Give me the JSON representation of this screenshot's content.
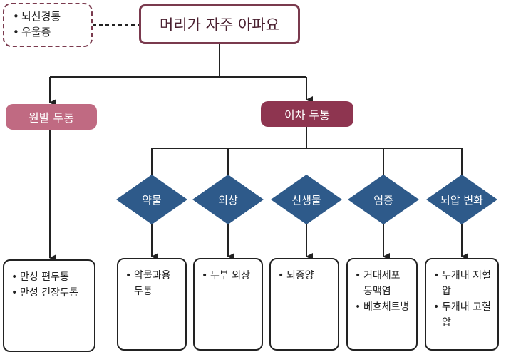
{
  "title": "머리가 자주 아파요",
  "note": {
    "items": [
      "뇌신경통",
      "우울증"
    ]
  },
  "primary": {
    "label": "원발 두통",
    "items": [
      "만성 편두통",
      "만성 긴장두통"
    ]
  },
  "secondary": {
    "label": "이차 두통",
    "causes": [
      {
        "label": "약물",
        "items": [
          "약물과용 두통"
        ]
      },
      {
        "label": "외상",
        "items": [
          "두부 외상"
        ]
      },
      {
        "label": "신생물",
        "items": [
          "뇌종양"
        ]
      },
      {
        "label": "염증",
        "items": [
          "거대세포 동맥염",
          "베흐체트병"
        ]
      },
      {
        "label": "뇌압 변화",
        "items": [
          "두개내 저혈압",
          "두개내 고혈압"
        ]
      }
    ]
  },
  "colors": {
    "title_border": "#7a3a4e",
    "primary_pill": "#c06a82",
    "secondary_pill": "#8e3550",
    "diamond": "#2e5a8a"
  }
}
